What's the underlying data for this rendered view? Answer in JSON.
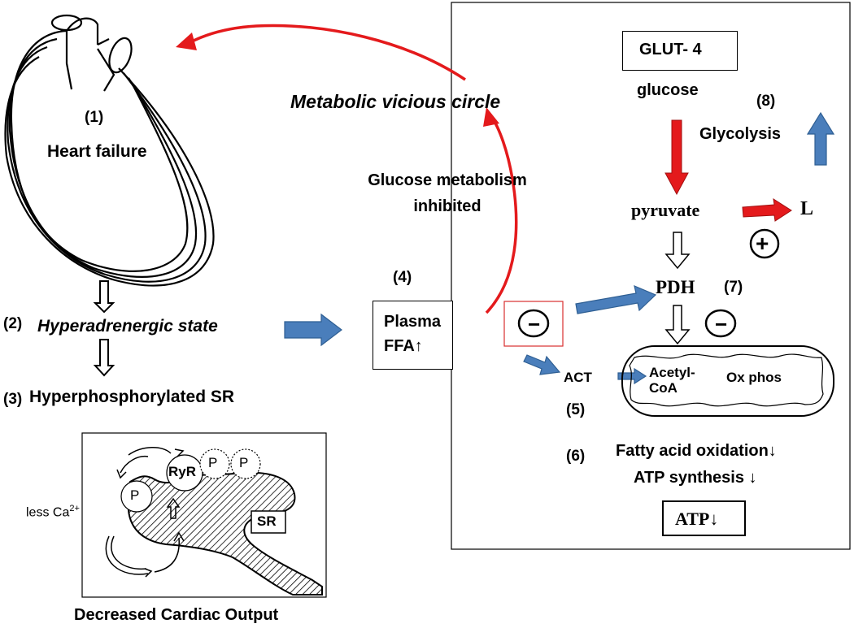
{
  "labels": {
    "num1": "(1)",
    "heart_failure": "Heart failure",
    "num2": "(2)",
    "hyperadrenergic": "Hyperadrenergic state",
    "num3": "(3)",
    "hyperphosphorylated": "Hyperphosphorylated SR",
    "less_ca": "less Ca",
    "ca_sup": "2+",
    "p": "P",
    "ryr": "RyR",
    "sr": "SR",
    "decreased_output": "Decreased Cardiac Output",
    "metabolic_circle": "Metabolic vicious circle",
    "glucose_inhibited_1": "Glucose metabolism",
    "glucose_inhibited_2": "inhibited",
    "num4": "(4)",
    "plasma": "Plasma",
    "ffa": "FFA↑",
    "minus": "−",
    "act": "ACT",
    "num5": "(5)",
    "glut4": "GLUT- 4",
    "glucose": "glucose",
    "num8": "(8)",
    "glycolysis": "Glycolysis",
    "pyruvate": "pyruvate",
    "lactate": "L",
    "plus": "+",
    "pdh": "PDH",
    "num7": "(7)",
    "acetyl": "Acetyl-",
    "coa": "CoA",
    "oxphos": "Ox phos",
    "num6": "(6)",
    "fatty_acid": "Fatty acid oxidation↓",
    "atp_synthesis": "ATP synthesis ↓",
    "atp": "ATP↓"
  },
  "colors": {
    "red_arrow": "#e41a1c",
    "blue_arrow": "#4a7ebb",
    "blue_arrow_stroke": "#2f5f93",
    "minus_box": "#d93030"
  }
}
